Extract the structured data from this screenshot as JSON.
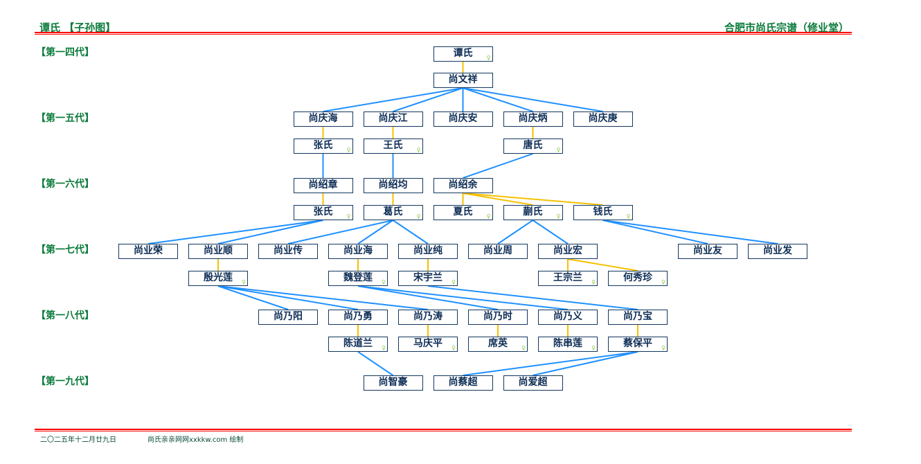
{
  "header": {
    "left_title": "谭氏 【子孙图】",
    "right_title": "合肥市尚氏宗谱（修业堂）"
  },
  "generations": [
    "【第一四代】",
    "【第一五代】",
    "【第一六代】",
    "【第一七代】",
    "【第一八代】",
    "【第一九代】"
  ],
  "footer": {
    "date": "二〇二五年十二月廿九日",
    "credit": "尚氏亲亲网网xxkkw.com 绘制"
  },
  "colors": {
    "spouse_line": "#f5c000",
    "child_line": "#1e90ff",
    "female_icon": "#8cc63f"
  },
  "female_icon": "♀",
  "nodes": [
    {
      "id": "n1",
      "name": "谭氏",
      "female": true
    },
    {
      "id": "n2",
      "name": "尚文祥",
      "female": false
    },
    {
      "id": "n3",
      "name": "尚庆海",
      "female": false
    },
    {
      "id": "n4",
      "name": "尚庆江",
      "female": false
    },
    {
      "id": "n5",
      "name": "尚庆安",
      "female": false
    },
    {
      "id": "n6",
      "name": "尚庆炳",
      "female": false
    },
    {
      "id": "n7",
      "name": "尚庆庚",
      "female": false
    },
    {
      "id": "n8",
      "name": "张氏",
      "female": true
    },
    {
      "id": "n9",
      "name": "王氏",
      "female": true
    },
    {
      "id": "n10",
      "name": "唐氏",
      "female": true
    },
    {
      "id": "n11",
      "name": "尚绍章",
      "female": false
    },
    {
      "id": "n12",
      "name": "尚绍均",
      "female": false
    },
    {
      "id": "n13",
      "name": "尚绍余",
      "female": false
    },
    {
      "id": "n14",
      "name": "张氏",
      "female": true
    },
    {
      "id": "n15",
      "name": "葛氏",
      "female": true
    },
    {
      "id": "n16",
      "name": "夏氏",
      "female": true
    },
    {
      "id": "n17",
      "name": "蒯氏",
      "female": true
    },
    {
      "id": "n18",
      "name": "钱氏",
      "female": true
    },
    {
      "id": "n19",
      "name": "尚业荣",
      "female": false
    },
    {
      "id": "n20",
      "name": "尚业顺",
      "female": false
    },
    {
      "id": "n21",
      "name": "尚业传",
      "female": false
    },
    {
      "id": "n22",
      "name": "尚业海",
      "female": false
    },
    {
      "id": "n23",
      "name": "尚业纯",
      "female": false
    },
    {
      "id": "n24",
      "name": "尚业周",
      "female": false
    },
    {
      "id": "n25",
      "name": "尚业宏",
      "female": false
    },
    {
      "id": "n26",
      "name": "尚业友",
      "female": false
    },
    {
      "id": "n27",
      "name": "尚业发",
      "female": false
    },
    {
      "id": "n28",
      "name": "殷光莲",
      "female": true
    },
    {
      "id": "n29",
      "name": "魏登莲",
      "female": true
    },
    {
      "id": "n30",
      "name": "宋宇兰",
      "female": true
    },
    {
      "id": "n31",
      "name": "王宗兰",
      "female": true
    },
    {
      "id": "n32",
      "name": "何秀珍",
      "female": true
    },
    {
      "id": "n33",
      "name": "尚乃阳",
      "female": false
    },
    {
      "id": "n34",
      "name": "尚乃勇",
      "female": false
    },
    {
      "id": "n35",
      "name": "尚乃涛",
      "female": false
    },
    {
      "id": "n36",
      "name": "尚乃时",
      "female": false
    },
    {
      "id": "n37",
      "name": "尚乃义",
      "female": false
    },
    {
      "id": "n38",
      "name": "尚乃宝",
      "female": false
    },
    {
      "id": "n39",
      "name": "陈道兰",
      "female": true
    },
    {
      "id": "n40",
      "name": "马庆平",
      "female": true
    },
    {
      "id": "n41",
      "name": "席英",
      "female": true
    },
    {
      "id": "n42",
      "name": "陈串莲",
      "female": true
    },
    {
      "id": "n43",
      "name": "蔡保平",
      "female": true
    },
    {
      "id": "n44",
      "name": "尚智豪",
      "female": false
    },
    {
      "id": "n45",
      "name": "尚蔡超",
      "female": false
    },
    {
      "id": "n46",
      "name": "尚爱超",
      "female": false
    }
  ],
  "spouse_edges": [
    [
      "n1",
      "n2"
    ],
    [
      "n3",
      "n8"
    ],
    [
      "n4",
      "n9"
    ],
    [
      "n6",
      "n10"
    ],
    [
      "n11",
      "n14"
    ],
    [
      "n12",
      "n15"
    ],
    [
      "n13",
      "n16"
    ],
    [
      "n13",
      "n17"
    ],
    [
      "n13",
      "n18"
    ],
    [
      "n20",
      "n28"
    ],
    [
      "n22",
      "n29"
    ],
    [
      "n23",
      "n30"
    ],
    [
      "n25",
      "n31"
    ],
    [
      "n25",
      "n32"
    ],
    [
      "n34",
      "n39"
    ],
    [
      "n35",
      "n40"
    ],
    [
      "n36",
      "n41"
    ],
    [
      "n37",
      "n42"
    ],
    [
      "n38",
      "n43"
    ]
  ],
  "child_edges": [
    [
      "n2",
      "n3"
    ],
    [
      "n2",
      "n4"
    ],
    [
      "n2",
      "n5"
    ],
    [
      "n2",
      "n6"
    ],
    [
      "n2",
      "n7"
    ],
    [
      "n8",
      "n11"
    ],
    [
      "n9",
      "n12"
    ],
    [
      "n10",
      "n13"
    ],
    [
      "n14",
      "n19"
    ],
    [
      "n14",
      "n20"
    ],
    [
      "n15",
      "n21"
    ],
    [
      "n15",
      "n22"
    ],
    [
      "n15",
      "n23"
    ],
    [
      "n17",
      "n24"
    ],
    [
      "n17",
      "n25"
    ],
    [
      "n18",
      "n26"
    ],
    [
      "n18",
      "n27"
    ],
    [
      "n28",
      "n33"
    ],
    [
      "n28",
      "n34"
    ],
    [
      "n28",
      "n35"
    ],
    [
      "n29",
      "n36"
    ],
    [
      "n29",
      "n37"
    ],
    [
      "n30",
      "n38"
    ],
    [
      "n39",
      "n44"
    ],
    [
      "n43",
      "n45"
    ],
    [
      "n43",
      "n46"
    ]
  ]
}
